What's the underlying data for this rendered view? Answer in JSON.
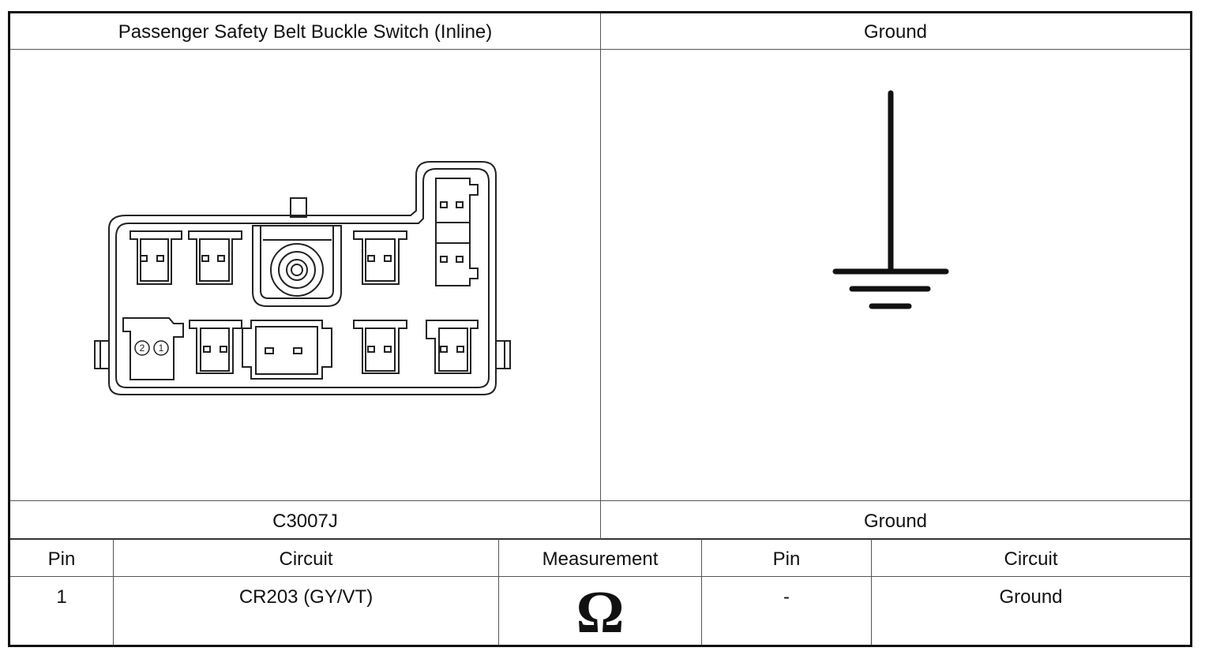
{
  "header": {
    "left_title": "Passenger Safety Belt Buckle Switch (Inline)",
    "right_title": "Ground"
  },
  "connector": {
    "left_id": "C3007J",
    "right_id": "Ground",
    "pin_labels": [
      "2",
      "1"
    ]
  },
  "table": {
    "columns": [
      "Pin",
      "Circuit",
      "Measurement",
      "Pin",
      "Circuit"
    ],
    "rows": [
      {
        "pin_a": "1",
        "circuit_a": "CR203 (GY/VT)",
        "measurement": "Ω",
        "measurement_icon": "ohm-symbol-icon",
        "pin_b": "-",
        "circuit_b": "Ground"
      }
    ]
  }
}
